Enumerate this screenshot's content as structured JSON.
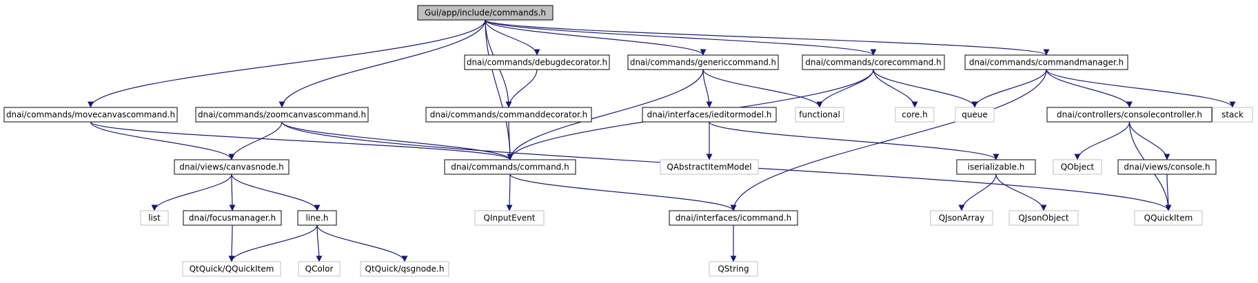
{
  "graph": {
    "colors": {
      "edge": "#191970",
      "node_border_documented": "#000000",
      "node_border_external": "#bfbfbf",
      "node_fill": "#ffffff",
      "root_fill": "#bfbfbf",
      "text": "#000000"
    },
    "nodes": [
      {
        "id": "root",
        "label": "Gui/app/include/commands.h",
        "kind": "root"
      },
      {
        "id": "debugdecorator",
        "label": "dnai/commands/debugdecorator.h",
        "kind": "documented"
      },
      {
        "id": "genericcommand",
        "label": "dnai/commands/genericcommand.h",
        "kind": "documented"
      },
      {
        "id": "corecommand",
        "label": "dnai/commands/corecommand.h",
        "kind": "documented"
      },
      {
        "id": "commandmanager",
        "label": "dnai/commands/commandmanager.h",
        "kind": "documented"
      },
      {
        "id": "movecanvascommand",
        "label": "dnai/commands/movecanvascommand.h",
        "kind": "documented"
      },
      {
        "id": "zoomcanvascommand",
        "label": "dnai/commands/zoomcanvascommand.h",
        "kind": "documented"
      },
      {
        "id": "commanddecorator",
        "label": "dnai/commands/commanddecorator.h",
        "kind": "documented"
      },
      {
        "id": "ieditormodel",
        "label": "dnai/interfaces/ieditormodel.h",
        "kind": "documented"
      },
      {
        "id": "functional",
        "label": "functional",
        "kind": "external"
      },
      {
        "id": "core",
        "label": "core.h",
        "kind": "external"
      },
      {
        "id": "queue",
        "label": "queue",
        "kind": "external"
      },
      {
        "id": "consolecontroller",
        "label": "dnai/controllers/consolecontroller.h",
        "kind": "documented"
      },
      {
        "id": "stack",
        "label": "stack",
        "kind": "external"
      },
      {
        "id": "canvasnode",
        "label": "dnai/views/canvasnode.h",
        "kind": "documented"
      },
      {
        "id": "command",
        "label": "dnai/commands/command.h",
        "kind": "documented"
      },
      {
        "id": "qabstractitemmodel",
        "label": "QAbstractItemModel",
        "kind": "external"
      },
      {
        "id": "iserializable",
        "label": "iserializable.h",
        "kind": "documented"
      },
      {
        "id": "qobject",
        "label": "QObject",
        "kind": "external"
      },
      {
        "id": "console",
        "label": "dnai/views/console.h",
        "kind": "documented"
      },
      {
        "id": "list",
        "label": "list",
        "kind": "external"
      },
      {
        "id": "focusmanager",
        "label": "dnai/focusmanager.h",
        "kind": "documented"
      },
      {
        "id": "line",
        "label": "line.h",
        "kind": "documented"
      },
      {
        "id": "qinputevent",
        "label": "QInputEvent",
        "kind": "external"
      },
      {
        "id": "icommand",
        "label": "dnai/interfaces/icommand.h",
        "kind": "documented"
      },
      {
        "id": "qjsonarray",
        "label": "QJsonArray",
        "kind": "external"
      },
      {
        "id": "qjsonobject",
        "label": "QJsonObject",
        "kind": "external"
      },
      {
        "id": "qquickitem",
        "label": "QQuickItem",
        "kind": "external"
      },
      {
        "id": "qtquick_qquickitem",
        "label": "QtQuick/QQuickItem",
        "kind": "external"
      },
      {
        "id": "qcolor",
        "label": "QColor",
        "kind": "external"
      },
      {
        "id": "qsgnode",
        "label": "QtQuick/qsgnode.h",
        "kind": "external"
      },
      {
        "id": "qstring",
        "label": "QString",
        "kind": "external"
      }
    ],
    "edges": [
      [
        "root",
        "debugdecorator"
      ],
      [
        "root",
        "genericcommand"
      ],
      [
        "root",
        "corecommand"
      ],
      [
        "root",
        "commandmanager"
      ],
      [
        "root",
        "movecanvascommand"
      ],
      [
        "root",
        "zoomcanvascommand"
      ],
      [
        "root",
        "commanddecorator"
      ],
      [
        "root",
        "command"
      ],
      [
        "debugdecorator",
        "commanddecorator"
      ],
      [
        "genericcommand",
        "command"
      ],
      [
        "genericcommand",
        "ieditormodel"
      ],
      [
        "genericcommand",
        "functional"
      ],
      [
        "corecommand",
        "functional"
      ],
      [
        "corecommand",
        "core"
      ],
      [
        "corecommand",
        "queue"
      ],
      [
        "corecommand",
        "command"
      ],
      [
        "commandmanager",
        "queue"
      ],
      [
        "commandmanager",
        "consolecontroller"
      ],
      [
        "commandmanager",
        "stack"
      ],
      [
        "commandmanager",
        "icommand"
      ],
      [
        "movecanvascommand",
        "canvasnode"
      ],
      [
        "movecanvascommand",
        "command"
      ],
      [
        "zoomcanvascommand",
        "canvasnode"
      ],
      [
        "zoomcanvascommand",
        "command"
      ],
      [
        "zoomcanvascommand",
        "qquickitem"
      ],
      [
        "commanddecorator",
        "command"
      ],
      [
        "ieditormodel",
        "qabstractitemmodel"
      ],
      [
        "ieditormodel",
        "iserializable"
      ],
      [
        "consolecontroller",
        "qobject"
      ],
      [
        "consolecontroller",
        "console"
      ],
      [
        "consolecontroller",
        "qquickitem"
      ],
      [
        "canvasnode",
        "list"
      ],
      [
        "canvasnode",
        "focusmanager"
      ],
      [
        "canvasnode",
        "line"
      ],
      [
        "command",
        "qinputevent"
      ],
      [
        "command",
        "icommand"
      ],
      [
        "iserializable",
        "qjsonarray"
      ],
      [
        "iserializable",
        "qjsonobject"
      ],
      [
        "console",
        "qquickitem"
      ],
      [
        "focusmanager",
        "qtquick_qquickitem"
      ],
      [
        "line",
        "qtquick_qquickitem"
      ],
      [
        "line",
        "qcolor"
      ],
      [
        "line",
        "qsgnode"
      ],
      [
        "icommand",
        "qstring"
      ]
    ]
  }
}
